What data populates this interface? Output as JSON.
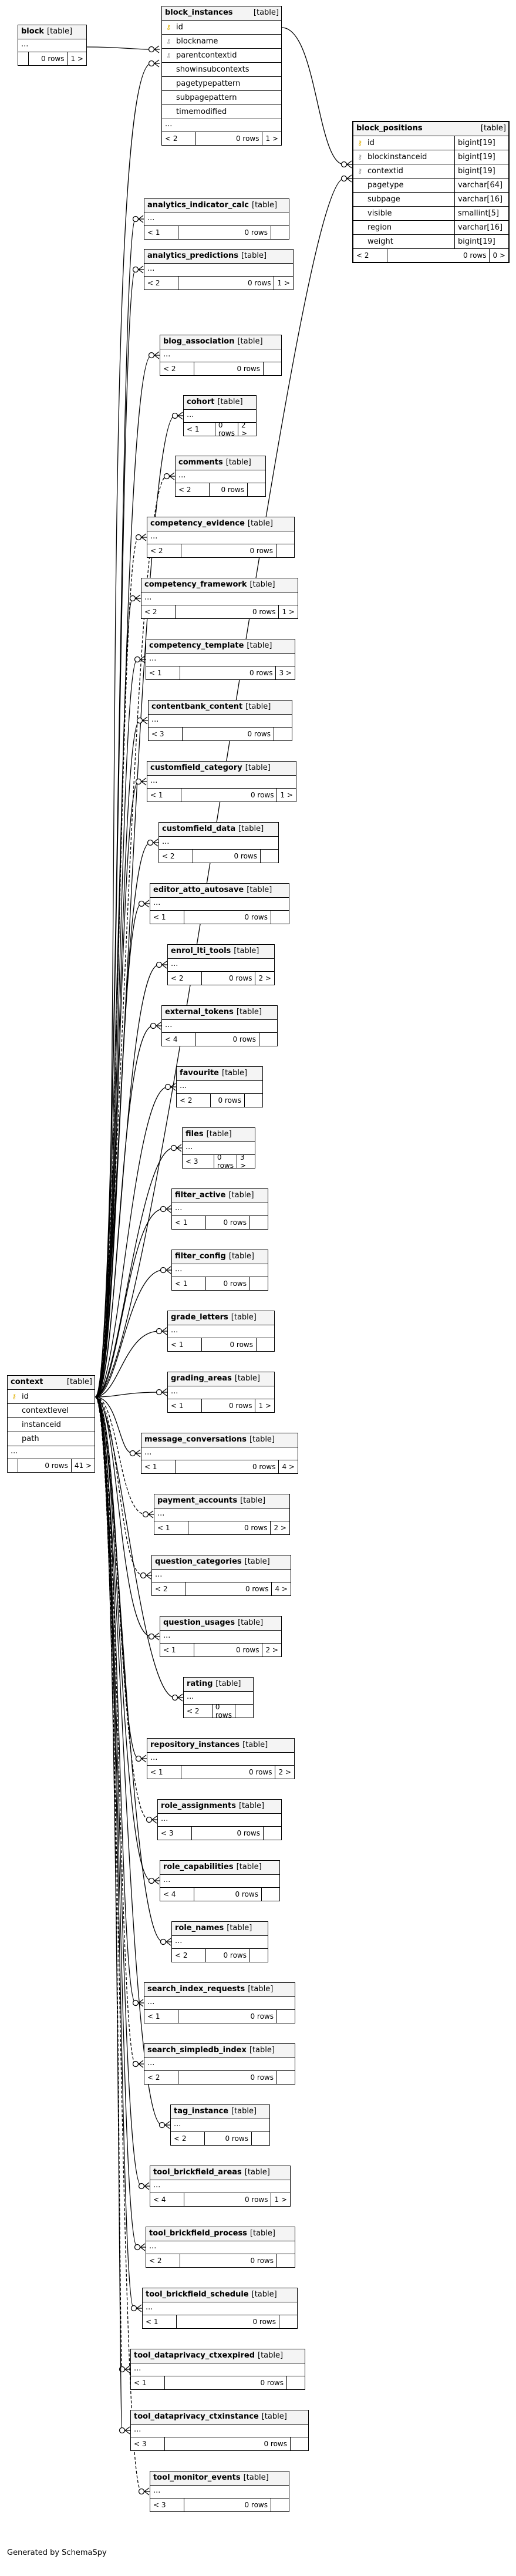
{
  "footer": "Generated by SchemaSpy",
  "table_suffix": "[table]",
  "tables": {
    "block": {
      "name": "block",
      "rows": "0 rows",
      "parents": "",
      "children": "1 >",
      "columns": []
    },
    "block_instances": {
      "name": "block_instances",
      "parents": "< 2",
      "rows": "0 rows",
      "children": "1 >",
      "columns": [
        {
          "name": "id",
          "key": "pk"
        },
        {
          "name": "blockname",
          "key": "fk"
        },
        {
          "name": "parentcontextid",
          "key": "fk"
        },
        {
          "name": "showinsubcontexts",
          "key": ""
        },
        {
          "name": "pagetypepattern",
          "key": ""
        },
        {
          "name": "subpagepattern",
          "key": ""
        },
        {
          "name": "timemodified",
          "key": ""
        }
      ]
    },
    "block_positions": {
      "name": "block_positions",
      "parents": "< 2",
      "rows": "0 rows",
      "children": "0 >",
      "columns": [
        {
          "name": "id",
          "type": "bigint[19]",
          "key": "pk"
        },
        {
          "name": "blockinstanceid",
          "type": "bigint[19]",
          "key": "fk"
        },
        {
          "name": "contextid",
          "type": "bigint[19]",
          "key": "fk"
        },
        {
          "name": "pagetype",
          "type": "varchar[64]",
          "key": ""
        },
        {
          "name": "subpage",
          "type": "varchar[16]",
          "key": ""
        },
        {
          "name": "visible",
          "type": "smallint[5]",
          "key": ""
        },
        {
          "name": "region",
          "type": "varchar[16]",
          "key": ""
        },
        {
          "name": "weight",
          "type": "bigint[19]",
          "key": ""
        }
      ]
    },
    "context": {
      "name": "context",
      "rows": "0 rows",
      "children": "41 >",
      "columns": [
        {
          "name": "id",
          "key": "pk"
        },
        {
          "name": "contextlevel",
          "key": ""
        },
        {
          "name": "instanceid",
          "key": ""
        },
        {
          "name": "path",
          "key": ""
        }
      ]
    }
  },
  "child_tables": [
    {
      "name": "analytics_indicator_calc",
      "parents": "< 1",
      "rows": "0 rows",
      "children": ""
    },
    {
      "name": "analytics_predictions",
      "parents": "< 2",
      "rows": "0 rows",
      "children": "1 >"
    },
    {
      "name": "blog_association",
      "parents": "< 2",
      "rows": "0 rows",
      "children": ""
    },
    {
      "name": "cohort",
      "parents": "< 1",
      "rows": "0 rows",
      "children": "2 >"
    },
    {
      "name": "comments",
      "parents": "< 2",
      "rows": "0 rows",
      "children": ""
    },
    {
      "name": "competency_evidence",
      "parents": "< 2",
      "rows": "0 rows",
      "children": ""
    },
    {
      "name": "competency_framework",
      "parents": "< 2",
      "rows": "0 rows",
      "children": "1 >"
    },
    {
      "name": "competency_template",
      "parents": "< 1",
      "rows": "0 rows",
      "children": "3 >"
    },
    {
      "name": "contentbank_content",
      "parents": "< 3",
      "rows": "0 rows",
      "children": ""
    },
    {
      "name": "customfield_category",
      "parents": "< 1",
      "rows": "0 rows",
      "children": "1 >"
    },
    {
      "name": "customfield_data",
      "parents": "< 2",
      "rows": "0 rows",
      "children": ""
    },
    {
      "name": "editor_atto_autosave",
      "parents": "< 1",
      "rows": "0 rows",
      "children": ""
    },
    {
      "name": "enrol_lti_tools",
      "parents": "< 2",
      "rows": "0 rows",
      "children": "2 >"
    },
    {
      "name": "external_tokens",
      "parents": "< 4",
      "rows": "0 rows",
      "children": ""
    },
    {
      "name": "favourite",
      "parents": "< 2",
      "rows": "0 rows",
      "children": ""
    },
    {
      "name": "files",
      "parents": "< 3",
      "rows": "0 rows",
      "children": "3 >"
    },
    {
      "name": "filter_active",
      "parents": "< 1",
      "rows": "0 rows",
      "children": ""
    },
    {
      "name": "filter_config",
      "parents": "< 1",
      "rows": "0 rows",
      "children": ""
    },
    {
      "name": "grade_letters",
      "parents": "< 1",
      "rows": "0 rows",
      "children": ""
    },
    {
      "name": "grading_areas",
      "parents": "< 1",
      "rows": "0 rows",
      "children": "1 >"
    },
    {
      "name": "message_conversations",
      "parents": "< 1",
      "rows": "0 rows",
      "children": "4 >"
    },
    {
      "name": "payment_accounts",
      "parents": "< 1",
      "rows": "0 rows",
      "children": "2 >"
    },
    {
      "name": "question_categories",
      "parents": "< 2",
      "rows": "0 rows",
      "children": "4 >"
    },
    {
      "name": "question_usages",
      "parents": "< 1",
      "rows": "0 rows",
      "children": "2 >"
    },
    {
      "name": "rating",
      "parents": "< 2",
      "rows": "0 rows",
      "children": ""
    },
    {
      "name": "repository_instances",
      "parents": "< 1",
      "rows": "0 rows",
      "children": "2 >"
    },
    {
      "name": "role_assignments",
      "parents": "< 3",
      "rows": "0 rows",
      "children": ""
    },
    {
      "name": "role_capabilities",
      "parents": "< 4",
      "rows": "0 rows",
      "children": ""
    },
    {
      "name": "role_names",
      "parents": "< 2",
      "rows": "0 rows",
      "children": ""
    },
    {
      "name": "search_index_requests",
      "parents": "< 1",
      "rows": "0 rows",
      "children": ""
    },
    {
      "name": "search_simpledb_index",
      "parents": "< 2",
      "rows": "0 rows",
      "children": ""
    },
    {
      "name": "tag_instance",
      "parents": "< 2",
      "rows": "0 rows",
      "children": ""
    },
    {
      "name": "tool_brickfield_areas",
      "parents": "< 4",
      "rows": "0 rows",
      "children": "1 >"
    },
    {
      "name": "tool_brickfield_process",
      "parents": "< 2",
      "rows": "0 rows",
      "children": ""
    },
    {
      "name": "tool_brickfield_schedule",
      "parents": "< 1",
      "rows": "0 rows",
      "children": ""
    },
    {
      "name": "tool_dataprivacy_ctxexpired",
      "parents": "< 1",
      "rows": "0 rows",
      "children": ""
    },
    {
      "name": "tool_dataprivacy_ctxinstance",
      "parents": "< 3",
      "rows": "0 rows",
      "children": ""
    },
    {
      "name": "tool_monitor_events",
      "parents": "< 3",
      "rows": "0 rows",
      "children": ""
    }
  ]
}
